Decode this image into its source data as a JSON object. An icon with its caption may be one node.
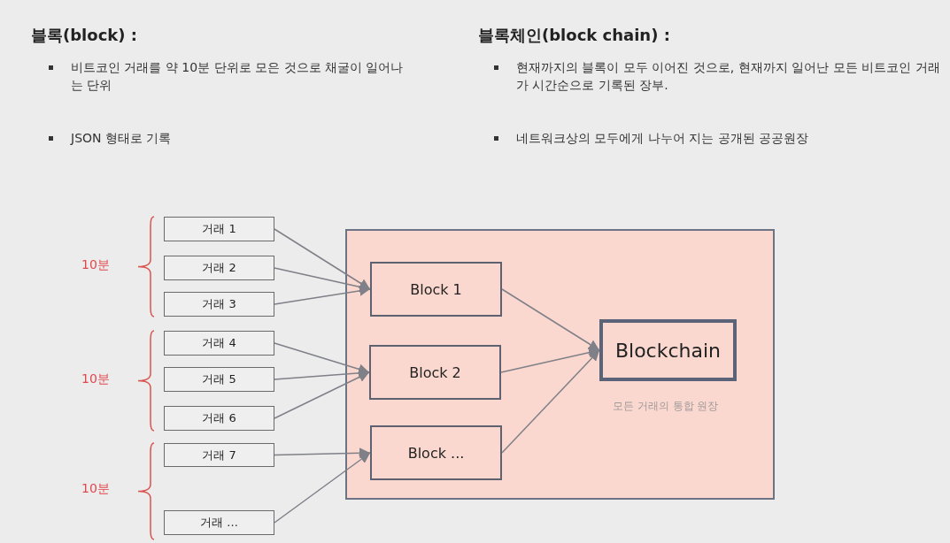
{
  "diagram": {
    "nodes": [
      {
        "text": [
          "거래 1"
        ]
      },
      {
        "text": [
          "거래 2"
        ]
      },
      {
        "text": [
          "거래 3"
        ]
      },
      {
        "text": [
          "거래 4"
        ]
      },
      {
        "text": [
          "거래 5"
        ]
      },
      {
        "text": [
          "거래 6"
        ]
      },
      {
        "text": [
          "거래 7"
        ]
      },
      {
        "text": [
          "거래 ..."
        ]
      },
      {
        "text": [],
        "shape": "box"
      },
      {
        "text": [
          "Block 1"
        ],
        "in": 8
      },
      {
        "text": [
          "Block 2"
        ],
        "in": 8
      },
      {
        "text": [
          "Block ..."
        ],
        "in": 8
      },
      {
        "text": [
          "Blockchain"
        ],
        "in": 8,
        "beside": [
          "모든 거래의 통합 원장"
        ]
      }
    ],
    "edges": [
      {
        "from": 0,
        "to": 9,
        "arrow": "to"
      },
      {
        "from": 1,
        "to": 9,
        "arrow": "to"
      },
      {
        "from": 2,
        "to": 9,
        "arrow": "to"
      },
      {
        "from": 3,
        "to": 10,
        "arrow": "to"
      },
      {
        "from": 4,
        "to": 10,
        "arrow": "to"
      },
      {
        "from": 5,
        "to": 10,
        "arrow": "to"
      },
      {
        "from": 6,
        "to": 11,
        "arrow": "to"
      },
      {
        "from": 7,
        "to": 11,
        "arrow": "to"
      },
      {
        "from": 9,
        "to": 12,
        "arrow": "to"
      },
      {
        "from": 10,
        "to": 12,
        "arrow": "to"
      },
      {
        "from": 11,
        "to": 12,
        "arrow": "to"
      }
    ],
    "labels": [
      "블록(block) :",
      "비트코인 거래를 약 10분 단위로 모은 것으로 채굴이 일어나는 단위",
      "JSON 형태로 기록",
      "블록체인(block chain) :",
      "현재까지의 블록이 모두 이어진 것으로, 현재까지 일어난 모든 비트코인 거래가 시간순으로 기록된 장부.",
      "네트워크상의 모두에게 나누어 지는 공개된 공공원장",
      "10분",
      "10분",
      "10분"
    ]
  }
}
